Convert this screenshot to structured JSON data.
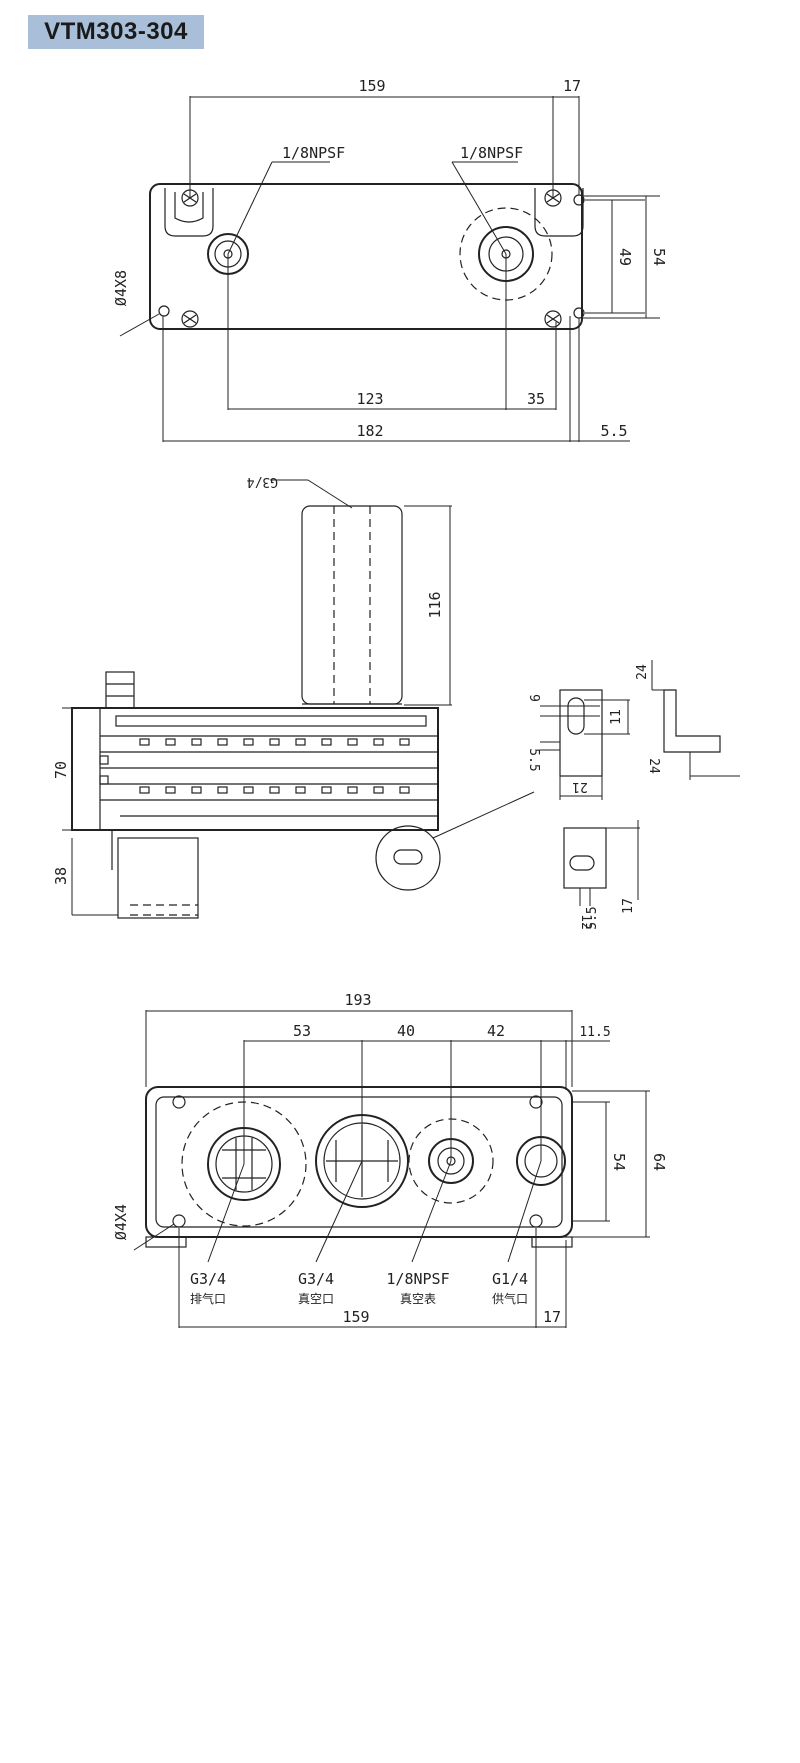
{
  "title": "VTM303-304",
  "top_view": {
    "dim_159": "159",
    "dim_17": "17",
    "port_left": "1/8NPSF",
    "port_right": "1/8NPSF",
    "dim_49": "49",
    "dim_54": "54",
    "hole": "Ø4X8",
    "dim_123": "123",
    "dim_35": "35",
    "dim_182": "182",
    "dim_55": "5.5"
  },
  "side_view": {
    "port_g34": "G3/4",
    "dim_116": "116",
    "dim_70": "70",
    "dim_38": "38",
    "d_6": "6",
    "d_11": "11",
    "d_55": "5.5",
    "d_21": "21",
    "d_24a": "24",
    "d_24b": "24",
    "d_55b": "5.5",
    "d_17": "17",
    "d_ho": "12"
  },
  "bottom_view": {
    "dim_193": "193",
    "dim_53": "53",
    "dim_40": "40",
    "dim_42": "42",
    "dim_115": "11.5",
    "dim_54": "54",
    "dim_64": "64",
    "hole": "Ø4X4",
    "p1_spec": "G3/4",
    "p1_name": "排气口",
    "p2_spec": "G3/4",
    "p2_name": "真空口",
    "p3_spec": "1/8NPSF",
    "p3_name": "真空表",
    "p4_spec": "G1/4",
    "p4_name": "供气口",
    "dim_159": "159",
    "dim_17": "17"
  }
}
